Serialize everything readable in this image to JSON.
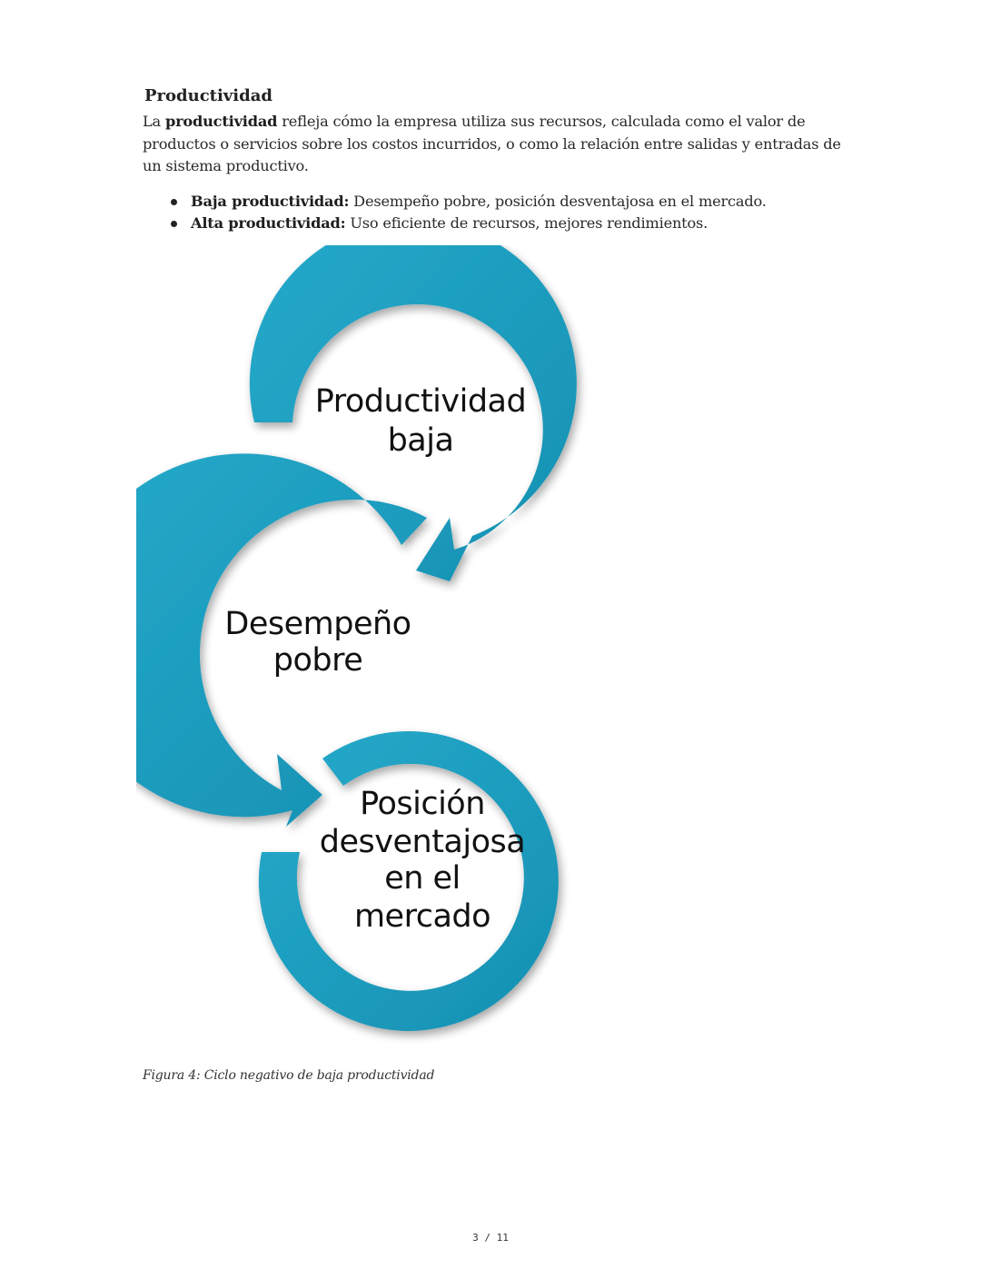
{
  "section": {
    "title": "Productividad",
    "paragraph": {
      "prefix": "La ",
      "bold": "productividad",
      "suffix": " refleja cómo la empresa utiliza sus recursos, calculada como el valor de productos o servicios sobre los costos incurridos, o como la relación entre salidas y entradas de un sistema productivo."
    },
    "bullets": [
      {
        "label": "Baja productividad:",
        "text": " Desempeño pobre, posición desventajosa en el mercado."
      },
      {
        "label": "Alta productividad:",
        "text": " Uso eficiente de recursos, mejores rendimientos."
      }
    ]
  },
  "diagram": {
    "arrow_color": "#1f9fbf",
    "arrow_shadow_color": "#0d6f88",
    "nodes": [
      {
        "line1": "Productividad",
        "line2": "baja"
      },
      {
        "line1": "Desempeño",
        "line2": "pobre"
      },
      {
        "line1": "Posición",
        "line2": "desventajosa",
        "line3": "en el",
        "line4": "mercado"
      }
    ]
  },
  "caption": "Figura 4: Ciclo negativo de baja productividad",
  "footer": {
    "page_number": "3 / 11"
  }
}
